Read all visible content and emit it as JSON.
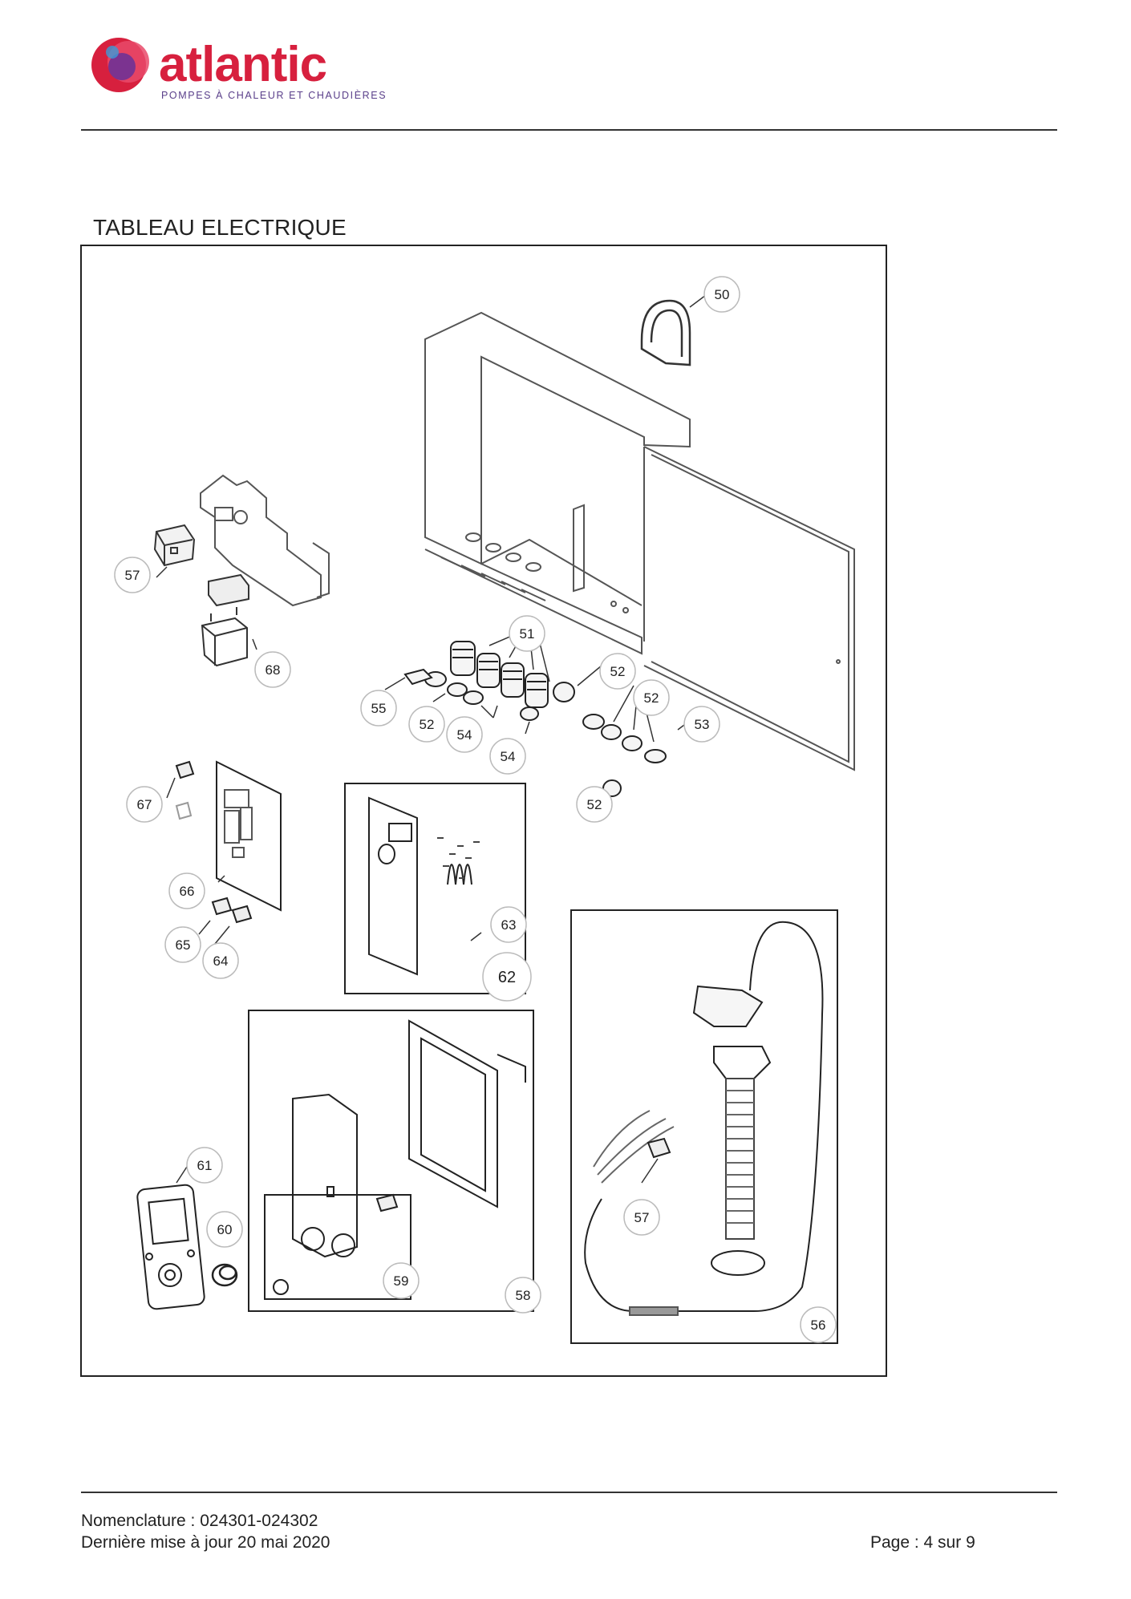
{
  "brand": {
    "name": "atlantic",
    "tagline": "POMPES À CHALEUR ET CHAUDIÈRES",
    "colors": {
      "primary": "#d7203e",
      "secondary": "#7b3390",
      "accent": "#e94a6a",
      "tagline": "#5a3f8a"
    }
  },
  "section_title": "TABLEAU ELECTRIQUE",
  "diagram": {
    "callouts": [
      "50",
      "51",
      "52",
      "52",
      "52",
      "52",
      "53",
      "54",
      "54",
      "55",
      "56",
      "57",
      "57",
      "58",
      "59",
      "60",
      "61",
      "62",
      "63",
      "64",
      "65",
      "66",
      "67",
      "68"
    ]
  },
  "footer": {
    "nomenclature": "Nomenclature : 024301-024302",
    "last_update": "Dernière mise à jour 20 mai 2020",
    "page": "Page : 4 sur 9"
  }
}
